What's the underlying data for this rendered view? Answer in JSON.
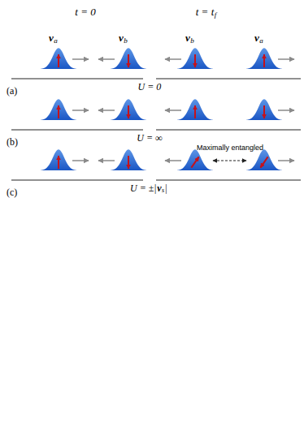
{
  "diagram": {
    "labels": [
      "t = 0",
      "t = t",
      "f",
      "v",
      "a",
      "v",
      "b",
      "v",
      "b",
      "v",
      "a",
      "U = 0",
      "(a)",
      "U = ∞",
      "(b)",
      "Maximally entangled",
      "U = ±|",
      "v",
      "s",
      "|",
      "(c)"
    ]
  }
}
